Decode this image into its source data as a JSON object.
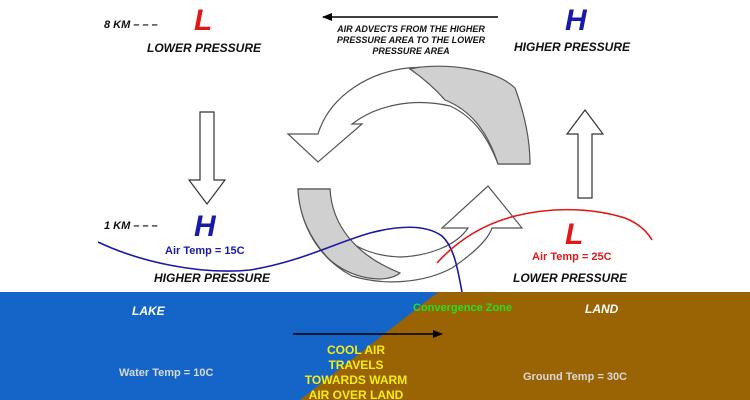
{
  "altitudes": {
    "upper": "8 KM – – –",
    "lower": "1 KM – – –"
  },
  "upper_left": {
    "symbol": "L",
    "label": "LOWER PRESSURE"
  },
  "upper_right": {
    "symbol": "H",
    "label": "HIGHER PRESSURE"
  },
  "lower_left": {
    "symbol": "H",
    "label": "HIGHER PRESSURE",
    "air_temp": "Air Temp = 15C"
  },
  "lower_right": {
    "symbol": "L",
    "label": "LOWER PRESSURE",
    "air_temp": "Air Temp = 25C"
  },
  "advection_note": "AIR ADVECTS FROM THE HIGHER PRESSURE AREA TO THE LOWER PRESSURE AREA",
  "surface": {
    "lake_label": "LAKE",
    "land_label": "LAND",
    "water_temp": "Water Temp = 10C",
    "ground_temp": "Ground Temp = 30C",
    "convergence": "Convergence Zone",
    "cool_air_note": "COOL AIR TRAVELS TOWARDS WARM AIR OVER LAND"
  },
  "colors": {
    "lake": "#1565c8",
    "land": "#9a6404",
    "high_pressure": "#1a1aa8",
    "low_pressure": "#e01818",
    "cool_air_line": "#1a1aa8",
    "warm_air_line": "#e01818",
    "convergence_text": "#22e022",
    "cool_air_text": "#f2ec18",
    "cell_fill": "#d0d0d0"
  }
}
